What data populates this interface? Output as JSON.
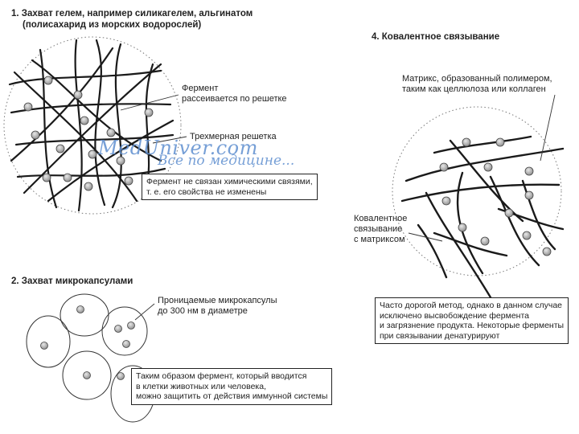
{
  "section1": {
    "title_line1": "1. Захват гелем, например силикагелем, альгинатом",
    "title_line2": "(полисахарид из морских водорослей)",
    "label_enzyme_line1": "Фермент",
    "label_enzyme_line2": "рассеивается по решетке",
    "label_lattice": "Трехмерная решетка",
    "box_line1": "Фермент не связан химическими связями,",
    "box_line2": "т. е. его свойства не изменены"
  },
  "section2": {
    "title": "2. Захват микрокапсулами",
    "label_line1": "Проницаемые микрокапсулы",
    "label_line2": "до 300 нм в диаметре",
    "box_line1": "Таким образом фермент, который вводится",
    "box_line2": "в клетки животных или человека,",
    "box_line3": "можно защитить от действия иммунной системы"
  },
  "section4": {
    "title": "4. Ковалентное связывание",
    "label_matrix_line1": "Матрикс, образованный полимером,",
    "label_matrix_line2": "таким как целлюлоза или коллаген",
    "label_cov_line1": "Ковалентное",
    "label_cov_line2": "связывание",
    "label_cov_line3": "с матриксом",
    "box_line1": "Часто дорогой метод, однако в данном случае",
    "box_line2": "исключено высвобождение фермента",
    "box_line3": "и загрязнение продукта. Некоторые ферменты",
    "box_line4": "при связывании денатурируют"
  },
  "watermark": {
    "line1": "MedUniver.com",
    "line2": "Все по медицине..."
  }
}
